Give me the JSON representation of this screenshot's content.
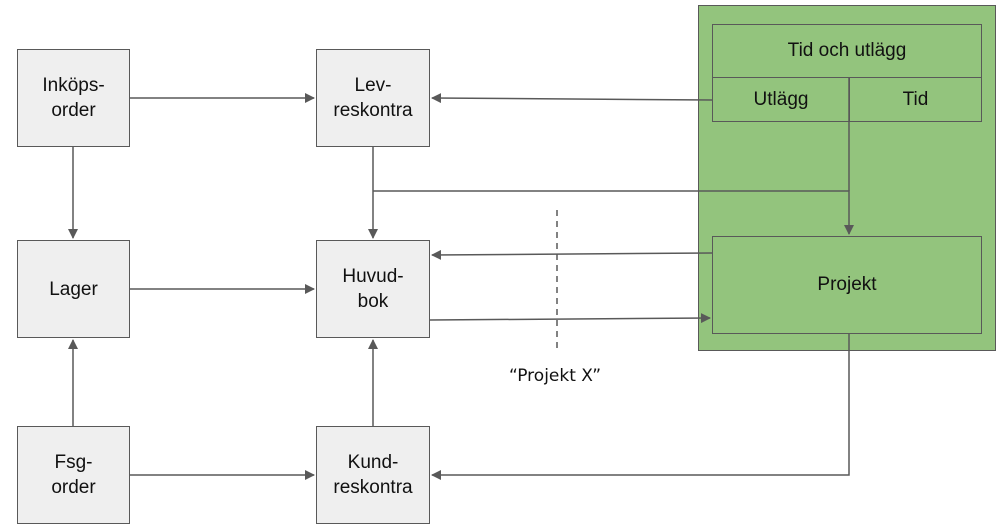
{
  "nodes": {
    "inkopsorder": "Inköps-\norder",
    "levreskontra": "Lev-\nreskontra",
    "lager": "Lager",
    "huvudbok": "Huvud-\nbok",
    "fsgorder": "Fsg-\norder",
    "kundreskontra": "Kund-\nreskontra"
  },
  "project_region": {
    "tid_och_utlagg": "Tid och utlägg",
    "utlagg": "Utlägg",
    "tid": "Tid",
    "projekt": "Projekt"
  },
  "divider_label": "“Projekt X”",
  "colors": {
    "node_fill": "#efefef",
    "region_fill": "#93c47d",
    "stroke": "#595959"
  }
}
